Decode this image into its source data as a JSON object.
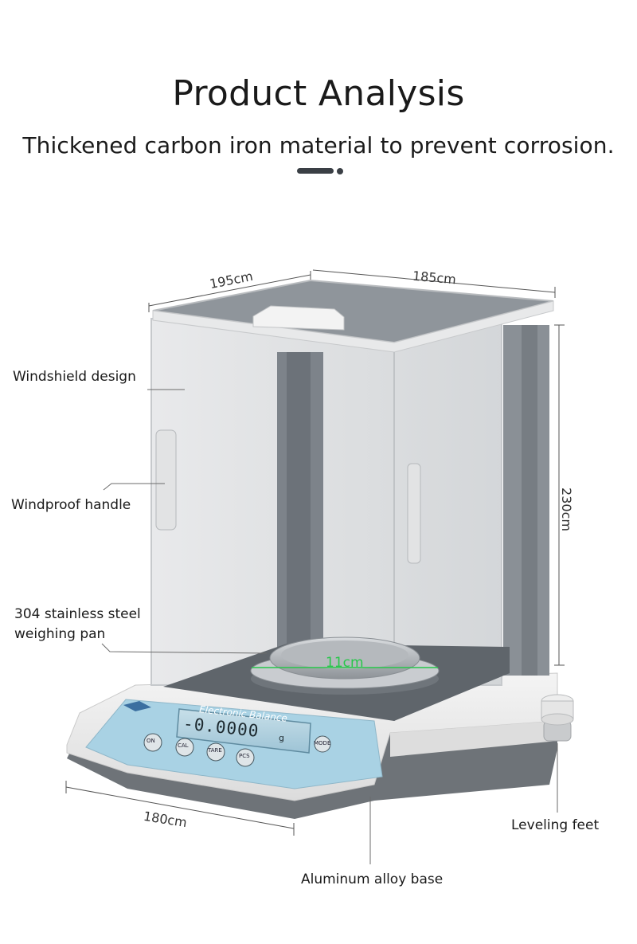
{
  "header": {
    "title": "Product Analysis",
    "subtitle": "Thickened carbon iron material to prevent corrosion."
  },
  "dimensions": {
    "depth_top": "195cm",
    "width_top": "185cm",
    "height": "230cm",
    "width_bottom": "180cm",
    "pan_diameter": "11cm"
  },
  "callouts": {
    "windshield": "Windshield design",
    "handle": "Windproof handle",
    "pan_line1": "304 stainless steel",
    "pan_line2": "weighing pan",
    "feet": "Leveling feet",
    "base": "Aluminum alloy base"
  },
  "display": {
    "brand": "Electronic Balance",
    "reading": "-0.0000",
    "unit": "g",
    "buttons": [
      "ON",
      "CAL",
      "TARE",
      "PCS",
      "MODE"
    ]
  },
  "colors": {
    "panel_blue": "#a9d2e4",
    "pan_dim_green": "#27c74a",
    "accent_dark": "#3a3f45"
  }
}
